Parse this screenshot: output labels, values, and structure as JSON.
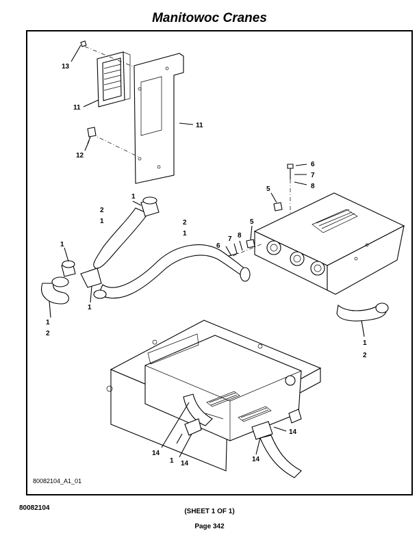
{
  "header": {
    "title": "Manitowoc Cranes"
  },
  "drawing": {
    "id_label": "80082104_A1_01",
    "callouts": {
      "c13": "13",
      "c11a": "11",
      "c11b": "11",
      "c12": "12",
      "c6a": "6",
      "c7a": "7",
      "c8a": "8",
      "c5a": "5",
      "c1top": "1",
      "c2a": "2",
      "c1a": "1",
      "c2b": "2",
      "c1b": "1",
      "c5b": "5",
      "c6b": "6",
      "c7b": "7",
      "c8b": "8",
      "c1left": "1",
      "c1c": "1",
      "c1d": "1",
      "c2c": "2",
      "c1e": "1",
      "c2d": "2",
      "c14a": "14",
      "c14b": "14",
      "c14c": "14",
      "c14d": "14",
      "c1f": "1"
    }
  },
  "footer": {
    "part_number": "80082104",
    "sheet": "(SHEET 1 OF 1)",
    "page": "Page 342"
  }
}
